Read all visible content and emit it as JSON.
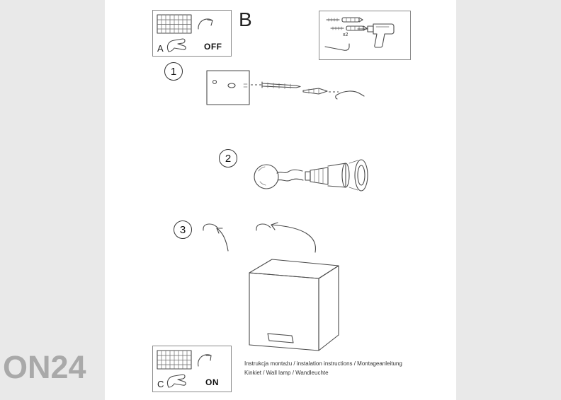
{
  "watermark": {
    "text": "ON24"
  },
  "panels": {
    "a": {
      "label": "A",
      "state": "OFF"
    },
    "b": {
      "label": "B"
    },
    "c": {
      "label": "C",
      "state": "ON"
    }
  },
  "parts_box": {
    "quantity_label": "x2"
  },
  "steps": {
    "one": "1",
    "two": "2",
    "three": "3"
  },
  "footer": {
    "line1": "Instrukcja montażu / instalation instructions / Montageanleitung",
    "line2": "Kinkiet / Wall lamp / Wandleuchte"
  }
}
